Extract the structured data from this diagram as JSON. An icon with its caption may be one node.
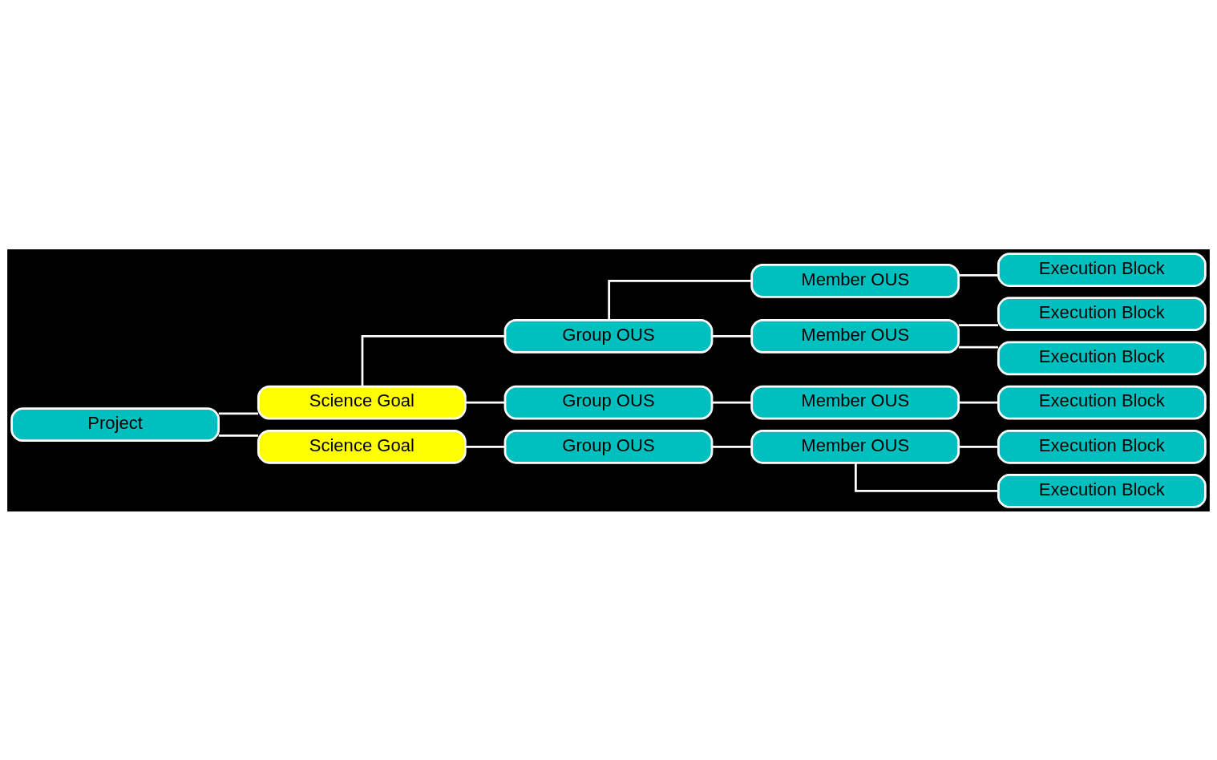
{
  "diagram": {
    "nodes": [
      {
        "text": [
          "Project"
        ]
      },
      {
        "text": [
          "Science Goal"
        ]
      },
      {
        "text": [
          "Group OUS"
        ]
      },
      {
        "text": [
          "Member OUS"
        ]
      },
      {
        "text": [
          "Execution Block"
        ]
      },
      {
        "text": [
          "Member OUS"
        ]
      },
      {
        "text": [
          "Execution Block"
        ]
      },
      {
        "text": [
          "Execution Block"
        ]
      },
      {
        "text": [
          "Group OUS"
        ]
      },
      {
        "text": [
          "Member OUS"
        ]
      },
      {
        "text": [
          "Execution Block"
        ]
      },
      {
        "text": [
          "Science Goal"
        ]
      },
      {
        "text": [
          "Group OUS"
        ]
      },
      {
        "text": [
          "Member OUS"
        ]
      },
      {
        "text": [
          "Execution Block"
        ]
      },
      {
        "text": [
          "Execution Block"
        ]
      }
    ],
    "edges": [
      {
        "from": 0,
        "to": 1,
        "arrow": "none"
      },
      {
        "from": 1,
        "to": 2,
        "arrow": "none"
      },
      {
        "from": 2,
        "to": 3,
        "arrow": "none"
      },
      {
        "from": 3,
        "to": 4,
        "arrow": "none"
      },
      {
        "from": 2,
        "to": 5,
        "arrow": "none"
      },
      {
        "from": 5,
        "to": 6,
        "arrow": "none"
      },
      {
        "from": 5,
        "to": 7,
        "arrow": "none"
      },
      {
        "from": 1,
        "to": 8,
        "arrow": "none"
      },
      {
        "from": 8,
        "to": 9,
        "arrow": "none"
      },
      {
        "from": 9,
        "to": 10,
        "arrow": "none"
      },
      {
        "from": 0,
        "to": 11,
        "arrow": "none"
      },
      {
        "from": 11,
        "to": 12,
        "arrow": "none"
      },
      {
        "from": 12,
        "to": 13,
        "arrow": "none"
      },
      {
        "from": 13,
        "to": 14,
        "arrow": "none"
      },
      {
        "from": 13,
        "to": 15,
        "arrow": "none"
      }
    ]
  }
}
